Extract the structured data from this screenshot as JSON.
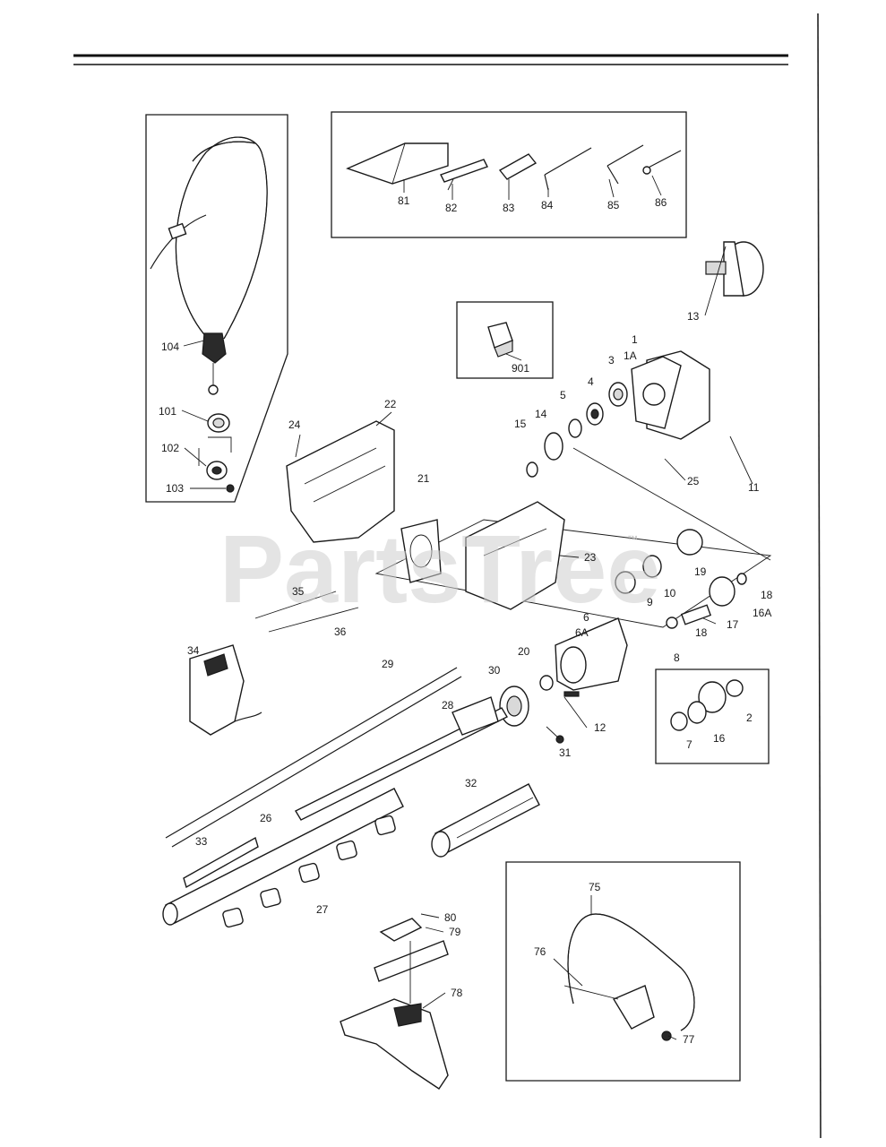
{
  "watermark": "PartsTree",
  "watermark_tm": "™",
  "callouts": [
    {
      "id": "81",
      "label": "81"
    },
    {
      "id": "82",
      "label": "82"
    },
    {
      "id": "83",
      "label": "83"
    },
    {
      "id": "84",
      "label": "84"
    },
    {
      "id": "85",
      "label": "85"
    },
    {
      "id": "86",
      "label": "86"
    },
    {
      "id": "104",
      "label": "104"
    },
    {
      "id": "101",
      "label": "101"
    },
    {
      "id": "102",
      "label": "102"
    },
    {
      "id": "103",
      "label": "103"
    },
    {
      "id": "901",
      "label": "901"
    },
    {
      "id": "13",
      "label": "13"
    },
    {
      "id": "1",
      "label": "1"
    },
    {
      "id": "1A",
      "label": "1A"
    },
    {
      "id": "3",
      "label": "3"
    },
    {
      "id": "4",
      "label": "4"
    },
    {
      "id": "5",
      "label": "5"
    },
    {
      "id": "14",
      "label": "14"
    },
    {
      "id": "15",
      "label": "15"
    },
    {
      "id": "22",
      "label": "22"
    },
    {
      "id": "24",
      "label": "24"
    },
    {
      "id": "25",
      "label": "25"
    },
    {
      "id": "11",
      "label": "11"
    },
    {
      "id": "21",
      "label": "21"
    },
    {
      "id": "23",
      "label": "23"
    },
    {
      "id": "19",
      "label": "19"
    },
    {
      "id": "10",
      "label": "10"
    },
    {
      "id": "18a",
      "label": "18"
    },
    {
      "id": "16A",
      "label": "16A"
    },
    {
      "id": "9",
      "label": "9"
    },
    {
      "id": "17",
      "label": "17"
    },
    {
      "id": "18b",
      "label": "18"
    },
    {
      "id": "35",
      "label": "35"
    },
    {
      "id": "36",
      "label": "36"
    },
    {
      "id": "6",
      "label": "6"
    },
    {
      "id": "6A",
      "label": "6A"
    },
    {
      "id": "34",
      "label": "34"
    },
    {
      "id": "29",
      "label": "29"
    },
    {
      "id": "20",
      "label": "20"
    },
    {
      "id": "8",
      "label": "8"
    },
    {
      "id": "30",
      "label": "30"
    },
    {
      "id": "12",
      "label": "12"
    },
    {
      "id": "28",
      "label": "28"
    },
    {
      "id": "31",
      "label": "31"
    },
    {
      "id": "2",
      "label": "2"
    },
    {
      "id": "7",
      "label": "7"
    },
    {
      "id": "16",
      "label": "16"
    },
    {
      "id": "32",
      "label": "32"
    },
    {
      "id": "26",
      "label": "26"
    },
    {
      "id": "33",
      "label": "33"
    },
    {
      "id": "27",
      "label": "27"
    },
    {
      "id": "80",
      "label": "80"
    },
    {
      "id": "79",
      "label": "79"
    },
    {
      "id": "75",
      "label": "75"
    },
    {
      "id": "76",
      "label": "76"
    },
    {
      "id": "78",
      "label": "78"
    },
    {
      "id": "77",
      "label": "77"
    }
  ]
}
